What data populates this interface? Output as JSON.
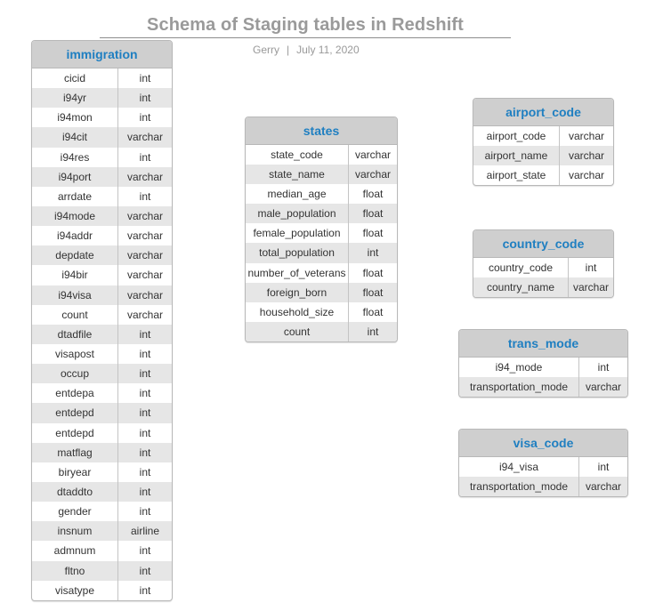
{
  "title": "Schema of Staging tables in Redshift",
  "author": "Gerry",
  "separator": "|",
  "date": "July 11, 2020",
  "colors": {
    "header_text": "#1f7fc1",
    "header_bg": "#cfcfcf",
    "alt_row_bg": "#e6e6e6",
    "title_text": "#9a9a9a"
  },
  "tables": {
    "immigration": {
      "name": "immigration",
      "columns": [
        {
          "name": "cicid",
          "type": "int"
        },
        {
          "name": "i94yr",
          "type": "int"
        },
        {
          "name": "i94mon",
          "type": "int"
        },
        {
          "name": "i94cit",
          "type": "varchar"
        },
        {
          "name": "i94res",
          "type": "int"
        },
        {
          "name": "i94port",
          "type": "varchar"
        },
        {
          "name": "arrdate",
          "type": "int"
        },
        {
          "name": "i94mode",
          "type": "varchar"
        },
        {
          "name": "i94addr",
          "type": "varchar"
        },
        {
          "name": "depdate",
          "type": "varchar"
        },
        {
          "name": "i94bir",
          "type": "varchar"
        },
        {
          "name": "i94visa",
          "type": "varchar"
        },
        {
          "name": "count",
          "type": "varchar"
        },
        {
          "name": "dtadfile",
          "type": "int"
        },
        {
          "name": "visapost",
          "type": "int"
        },
        {
          "name": "occup",
          "type": "int"
        },
        {
          "name": "entdepa",
          "type": "int"
        },
        {
          "name": "entdepd",
          "type": "int"
        },
        {
          "name": "entdepd",
          "type": "int"
        },
        {
          "name": "matflag",
          "type": "int"
        },
        {
          "name": "biryear",
          "type": "int"
        },
        {
          "name": "dtaddto",
          "type": "int"
        },
        {
          "name": "gender",
          "type": "int"
        },
        {
          "name": "insnum",
          "type": "airline"
        },
        {
          "name": "admnum",
          "type": "int"
        },
        {
          "name": "fltno",
          "type": "int"
        },
        {
          "name": "visatype",
          "type": "int"
        }
      ]
    },
    "states": {
      "name": "states",
      "columns": [
        {
          "name": "state_code",
          "type": "varchar"
        },
        {
          "name": "state_name",
          "type": "varchar"
        },
        {
          "name": "median_age",
          "type": "float"
        },
        {
          "name": "male_population",
          "type": "float"
        },
        {
          "name": "female_population",
          "type": "float"
        },
        {
          "name": "total_population",
          "type": "int"
        },
        {
          "name": "number_of_veterans",
          "type": "float"
        },
        {
          "name": "foreign_born",
          "type": "float"
        },
        {
          "name": "household_size",
          "type": "float"
        },
        {
          "name": "count",
          "type": "int"
        }
      ]
    },
    "airport_code": {
      "name": "airport_code",
      "columns": [
        {
          "name": "airport_code",
          "type": "varchar"
        },
        {
          "name": "airport_name",
          "type": "varchar"
        },
        {
          "name": "airport_state",
          "type": "varchar"
        }
      ]
    },
    "country_code": {
      "name": "country_code",
      "columns": [
        {
          "name": "country_code",
          "type": "int"
        },
        {
          "name": "country_name",
          "type": "varchar"
        }
      ]
    },
    "trans_mode": {
      "name": "trans_mode",
      "columns": [
        {
          "name": "i94_mode",
          "type": "int"
        },
        {
          "name": "transportation_mode",
          "type": "varchar"
        }
      ]
    },
    "visa_code": {
      "name": "visa_code",
      "columns": [
        {
          "name": "i94_visa",
          "type": "int"
        },
        {
          "name": "transportation_mode",
          "type": "varchar"
        }
      ]
    }
  }
}
